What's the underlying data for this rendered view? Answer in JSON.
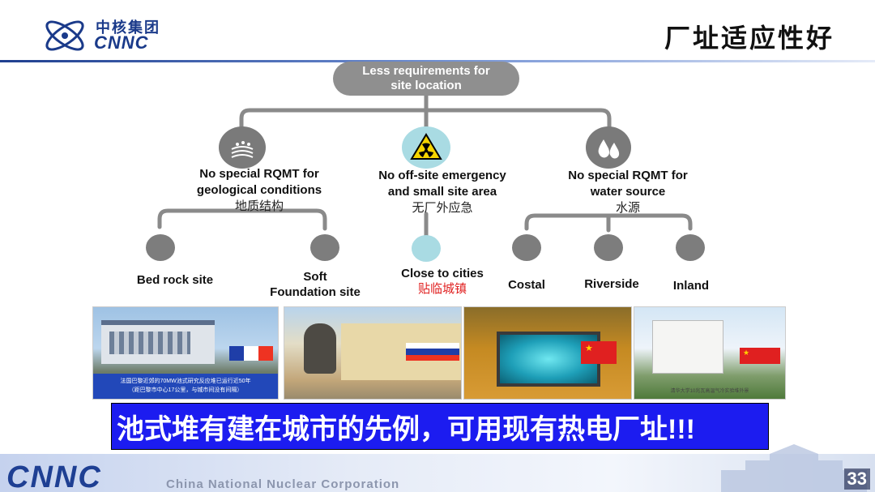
{
  "header": {
    "logo_cn": "中核集团",
    "logo_en": "CNNC",
    "title": "厂址适应性好"
  },
  "diagram": {
    "root": {
      "line1": "Less requirements for",
      "line2": "site location"
    },
    "branches": [
      {
        "line1": "No special RQMT for",
        "line2": "geological conditions",
        "cn": "地质结构",
        "icon": "layers-icon"
      },
      {
        "line1": "No off-site emergency",
        "line2": "and small site area",
        "cn": "无厂外应急",
        "icon": "radiation-icon"
      },
      {
        "line1": "No special RQMT for",
        "line2": "water source",
        "cn": "水源",
        "icon": "water-drops-icon"
      }
    ],
    "leaves": {
      "bedrock": "Bed rock site",
      "soft_line1": "Soft",
      "soft_line2": "Foundation site",
      "cities": "Close to cities",
      "cities_cn": "贴临城镇",
      "costal": "Costal",
      "riverside": "Riverside",
      "inland": "Inland"
    },
    "colors": {
      "connector": "#8a8a8a",
      "node": "#7d7d7d",
      "highlight_node": "#a9dbe3",
      "highlight_text": "#e02020"
    }
  },
  "photos": [
    {
      "flag": "france-flag",
      "caption1": "法国巴黎近郊的70MW池式研究反应堆已运行近50年",
      "caption2": "（距巴黎市中心17公里，与城市间没有间隔）"
    },
    {
      "flag": "russia-flag"
    },
    {
      "flag": "china-flag"
    },
    {
      "flag": "china-flag",
      "caption1": "清华大学10兆瓦高温气冷实验堆外景"
    }
  ],
  "banner": {
    "text": "池式堆有建在城市的先例，可用现有热电厂址!!!",
    "color": "#1c1cf0"
  },
  "footer": {
    "brand": "CNNC",
    "corporation": "China National Nuclear Corporation",
    "page": "33"
  }
}
